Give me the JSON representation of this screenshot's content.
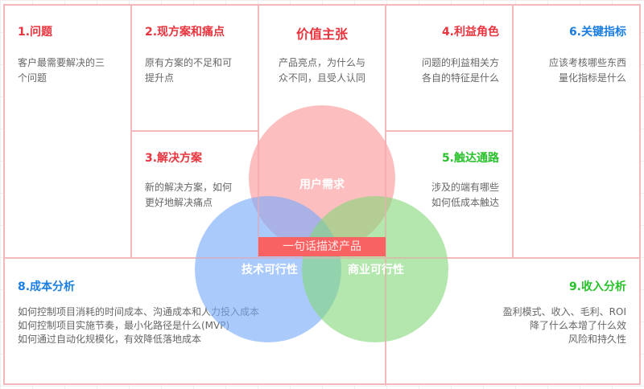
{
  "cells": {
    "problem": {
      "title": "1.问题",
      "desc": [
        "客户最需要解决的三",
        "个问题"
      ]
    },
    "existing": {
      "title": "2.现方案和痛点",
      "desc": [
        "原有方案的不足和可",
        "提升点"
      ]
    },
    "value": {
      "title": "价值主张",
      "desc": [
        "产品亮点，为什么与",
        "众不同，且受人认同"
      ]
    },
    "stakeholders": {
      "title": "4.利益角色",
      "desc": [
        "问题的利益相关方",
        "各自的特征是什么"
      ]
    },
    "metrics": {
      "title": "6.关键指标",
      "desc": [
        "应该考核哪些东西",
        "量化指标是什么"
      ]
    },
    "solution": {
      "title": "3.解决方案",
      "desc": [
        "新的解决方案，如何",
        "更好地解决痛点"
      ]
    },
    "channels": {
      "title": "5.触达通路",
      "desc": [
        "涉及的端有哪些",
        "如何低成本触达"
      ]
    },
    "cost": {
      "title": "8.成本分析",
      "desc": [
        "如何控制项目消耗的时间成本、沟通成本和人力投入成本",
        "如何控制项目实施节奏，最小化路径是什么(MVP)",
        "如何通过自动化规模化，有效降低落地成本"
      ]
    },
    "revenue": {
      "title": "9.收入分析",
      "desc": [
        "盈利模式、收入、毛利、ROI",
        "降了什么本增了什么效",
        "风险和持久性"
      ]
    }
  },
  "venn": {
    "user_need": "用户需求",
    "tech_feasibility": "技术可行性",
    "business_feasibility": "商业可行性",
    "one_liner": "一句话描述产品"
  },
  "colors": {
    "border": "#f2b8bb",
    "title_red": "#e8343e",
    "title_blue": "#1a7de0",
    "title_green": "#27c22a",
    "banner": "#f96262"
  }
}
